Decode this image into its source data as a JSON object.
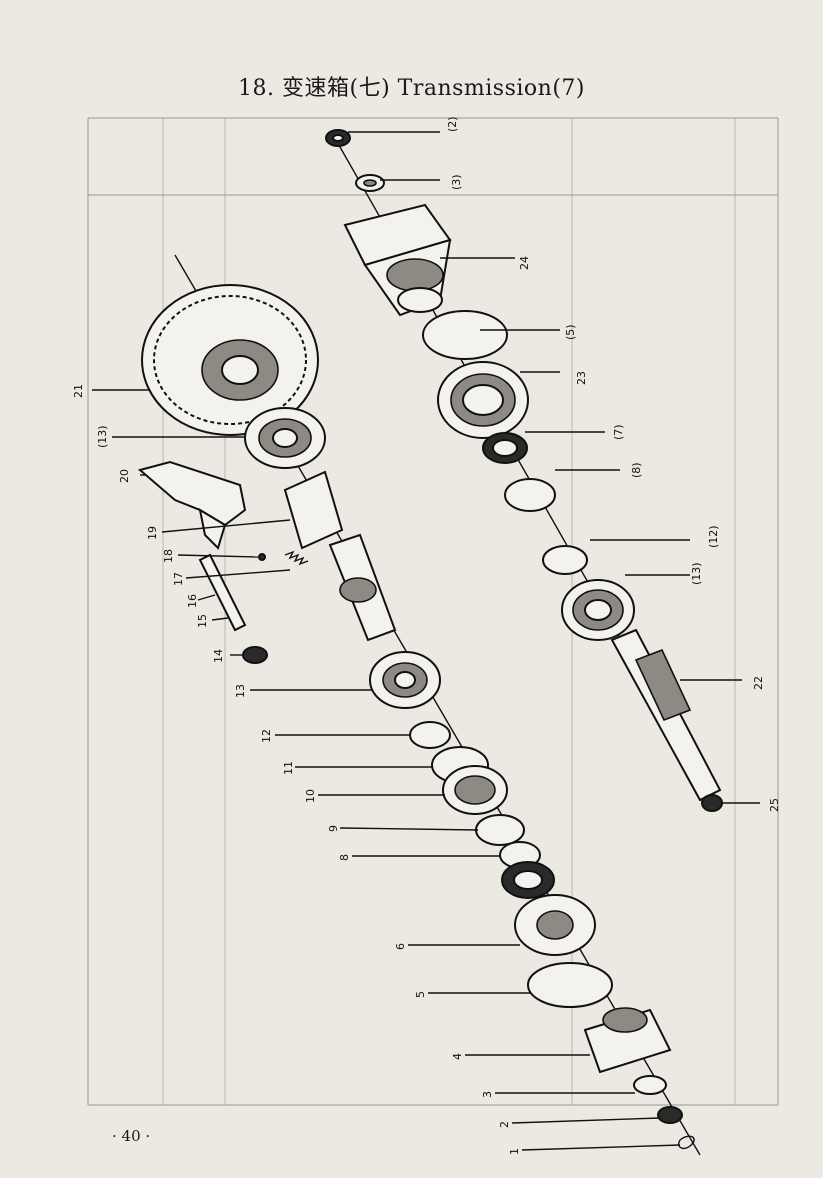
{
  "page": {
    "title": "18. 变速箱(七)  Transmission(7)",
    "page_number": "· 40 ·"
  },
  "callouts": {
    "c1": "1",
    "c2": "2",
    "c3": "3",
    "c4": "4",
    "c5": "5",
    "c6": "6",
    "c8": "8",
    "c9": "9",
    "c10": "10",
    "c11": "11",
    "c12": "12",
    "c13": "13",
    "c14": "14",
    "c15": "15",
    "c16": "16",
    "c17": "17",
    "c18": "18",
    "c19": "19",
    "c20": "20",
    "c21": "21",
    "c22": "22",
    "c23": "23",
    "c24": "24",
    "c25": "25",
    "p2": "(2)",
    "p3": "(3)",
    "p5": "(5)",
    "p7": "(7)",
    "p8": "(8)",
    "p12": "(12)",
    "p13a": "(13)",
    "p13b": "(13)"
  }
}
